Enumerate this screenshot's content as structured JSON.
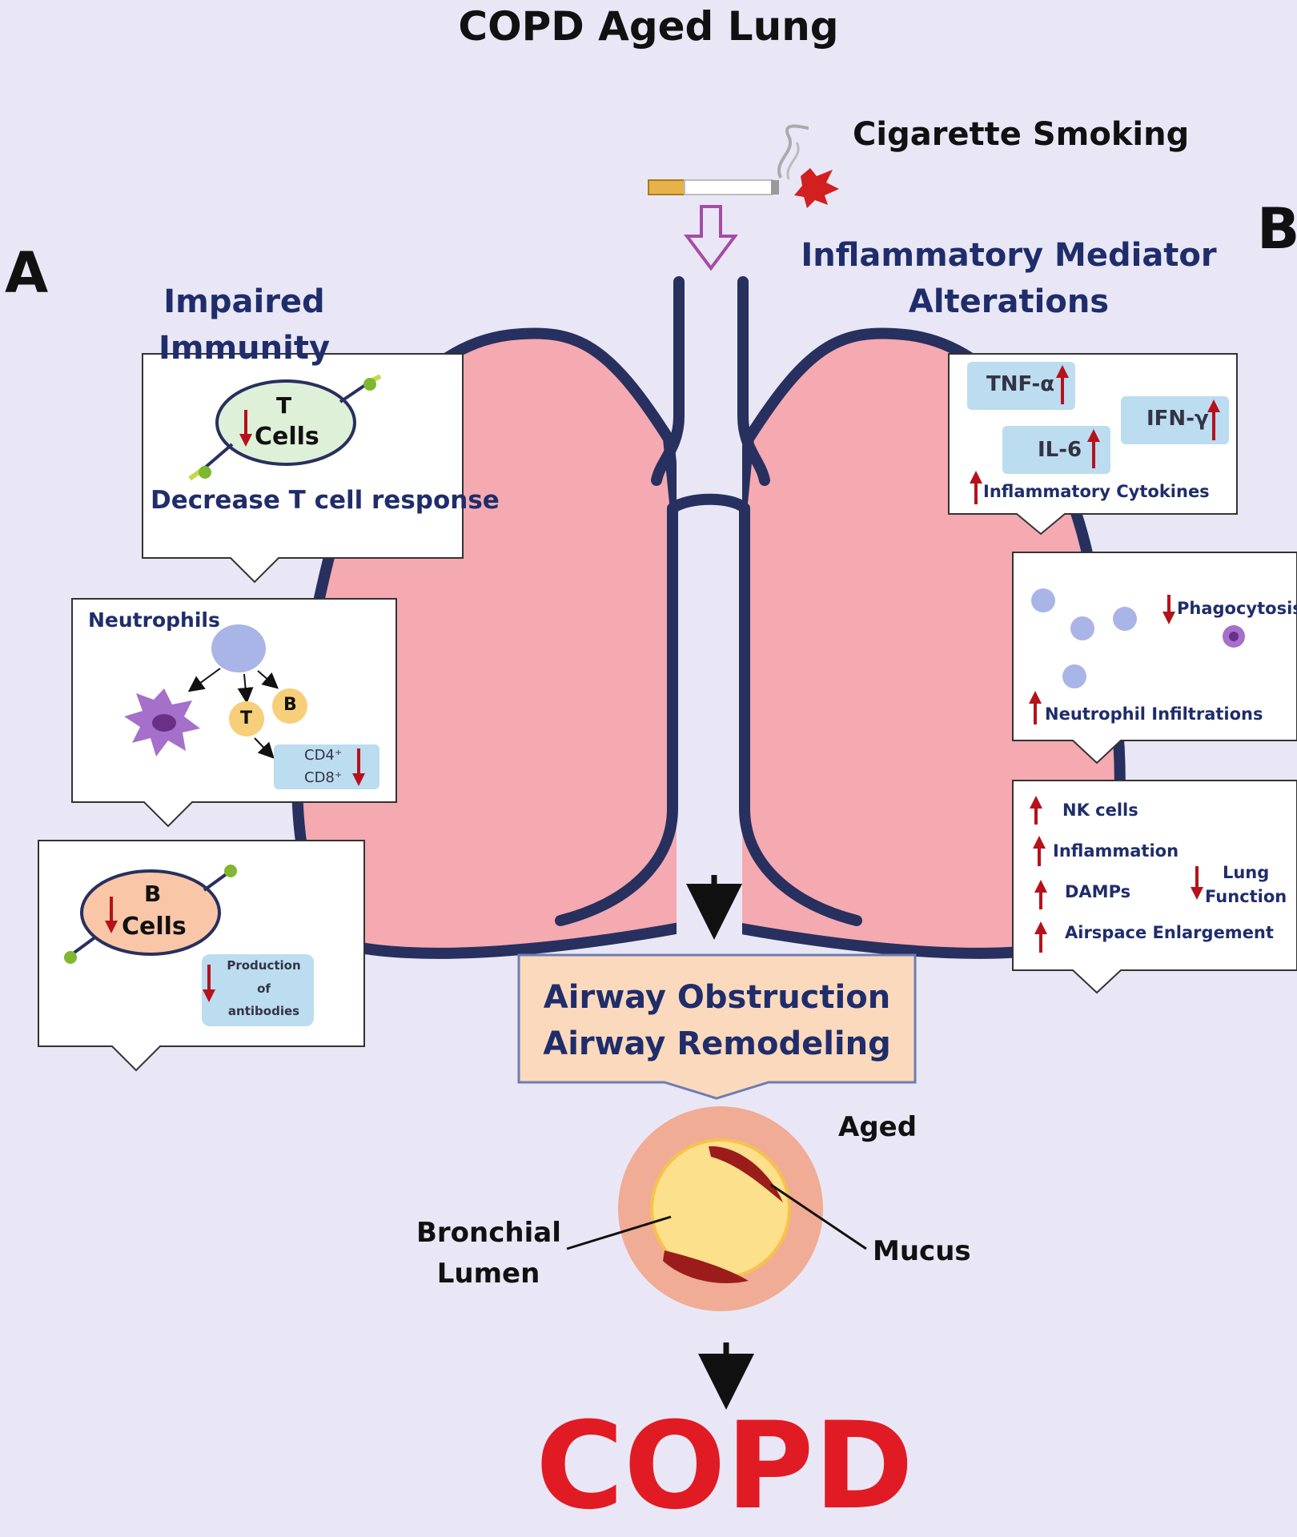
{
  "title": "COPD Aged Lung",
  "trigger": "Cigarette Smoking",
  "panels": {
    "a": {
      "letter": "A",
      "heading": "Impaired Immunity"
    },
    "b": {
      "letter": "B",
      "heading_line1": "Inflammatory Mediator",
      "heading_line2": "Alterations"
    }
  },
  "left_boxes": {
    "t_cells": {
      "cell_top": "T",
      "cell_bottom": "Cells",
      "caption": "Decrease T cell response"
    },
    "neutrophils": {
      "title": "Neutrophils",
      "t": "T",
      "b": "B",
      "cd4": "CD4⁺",
      "cd8": "CD8⁺"
    },
    "b_cells": {
      "cell_top": "B",
      "cell_bottom": "Cells",
      "prod1": "Production",
      "prod2": "of",
      "prod3": "antibodies"
    }
  },
  "right_boxes": {
    "cytokines": {
      "tnf": "TNF-α",
      "ifn": "IFN-γ",
      "il6": "IL-6",
      "caption": "Inflammatory Cytokines"
    },
    "neutro": {
      "phago": "Phagocytosis",
      "caption": "Neutrophil Infiltrations"
    },
    "effects": {
      "nk": "NK cells",
      "inflam": "Inflammation",
      "damps": "DAMPs",
      "lung1": "Lung",
      "lung2": "Function",
      "airspace": "Airspace Enlargement"
    }
  },
  "outcome": {
    "line1": "Airway Obstruction",
    "line2": "Airway Remodeling"
  },
  "bronchus": {
    "aged": "Aged",
    "lumen1": "Bronchial",
    "lumen2": "Lumen",
    "mucus": "Mucus"
  },
  "final": "COPD",
  "colors": {
    "background": "#e9e7f6",
    "lung": "#f5a9b0",
    "outline": "#27305e",
    "navy_text": "#1f2d6b",
    "arrow_down": "#b5121b",
    "copd": "#e01b24",
    "cell_green": "#dff0d8",
    "cell_peach": "#f9c7a7",
    "chip_blue": "#bcdcf0"
  }
}
